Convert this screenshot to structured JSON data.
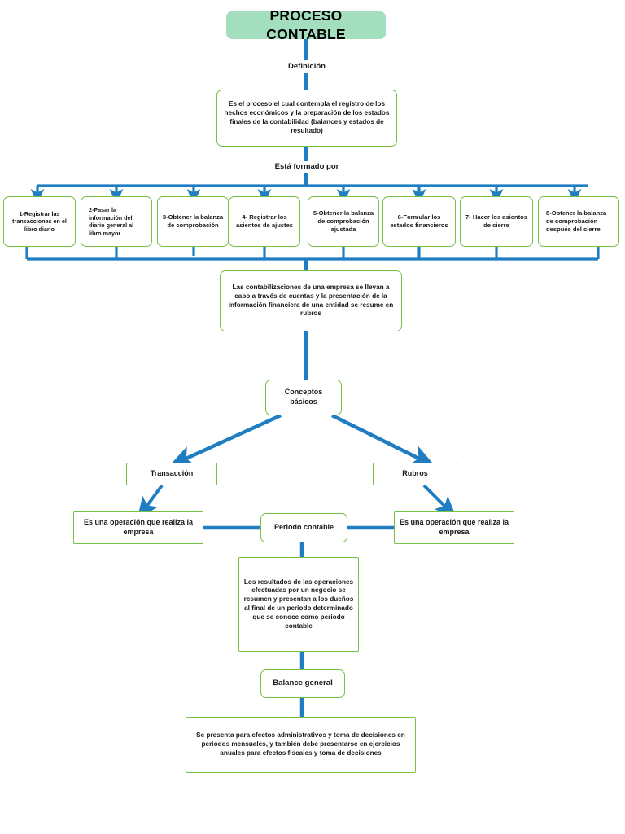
{
  "meta": {
    "title": "PROCESO CONTABLE",
    "colors": {
      "title_fill": "#A3DEBF",
      "node_border": "#76C043",
      "connector": "#1F7DC2",
      "text": "#17181a",
      "background": "#FFFFFF"
    }
  },
  "diagram": {
    "type": "flowchart",
    "title_node": {
      "label": "PROCESO CONTABLE"
    },
    "edge_labels": {
      "definicion": "Definición",
      "esta_formado_por": "Está formado por"
    },
    "definition_node": {
      "label": "Es el proceso el cual contempla el registro de los hechos económicos y la preparación de los estados finales de la contabilidad (balances y estados de resultado)"
    },
    "steps": [
      {
        "n": "1",
        "label": "1-Registrar las transacciones en el libro diario"
      },
      {
        "n": "2",
        "label": "2-Pasar la información del diario general al libro mayor"
      },
      {
        "n": "3",
        "label": "3-Obtener la balanza de comprobación"
      },
      {
        "n": "4",
        "label": "4- Registrar los asientos de ajustes"
      },
      {
        "n": "5",
        "label": "5-Obtener la balanza de comprobación ajustada"
      },
      {
        "n": "6",
        "label": "6-Formular los estados financieros"
      },
      {
        "n": "7",
        "label": "7- Hacer los asientos de cierre"
      },
      {
        "n": "8",
        "label": "8-Obtener la balanza de comprobación después del cierre"
      }
    ],
    "contabilizaciones_node": {
      "label": "Las contabilizaciones de una empresa se llevan a cabo a través de cuentas y la presentación de la información financiera de una entidad se resume en rubros"
    },
    "conceptos_node": {
      "label": "Conceptos básicos"
    },
    "transaccion_node": {
      "label": "Transacción"
    },
    "rubros_node": {
      "label": "Rubros"
    },
    "transaccion_def_node": {
      "label": "Es una operación que realiza la empresa"
    },
    "rubros_def_node": {
      "label": "Es una operación que realiza la empresa"
    },
    "periodo_contable_node": {
      "label": "Periodo contable"
    },
    "resultados_node": {
      "label": "Los resultados de las operaciones efectuadas por un negocio se resumen y presentan a los dueños al final de un periodo determinado que se conoce como periodo contable"
    },
    "balance_general_node": {
      "label": "Balance general"
    },
    "balance_def_node": {
      "label": "Se presenta para efectos administrativos y toma de decisiones en periodos mensuales, y también debe presentarse en ejercicios anuales para efectos fiscales y toma de decisiones"
    }
  }
}
